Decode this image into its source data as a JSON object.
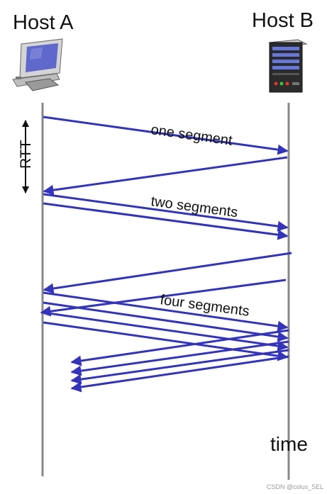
{
  "hosts": {
    "a_label": "Host A",
    "b_label": "Host B"
  },
  "rtt_label": "RTT",
  "time_label": "time",
  "rounds": [
    {
      "label": "one segment",
      "segments": 1
    },
    {
      "label": "two segments",
      "segments": 2
    },
    {
      "label": "four segments",
      "segments": 4
    }
  ],
  "watermark": "CSDN @colus_SEL",
  "colors": {
    "arrow": "#3333bb",
    "timeline": "#888888"
  }
}
